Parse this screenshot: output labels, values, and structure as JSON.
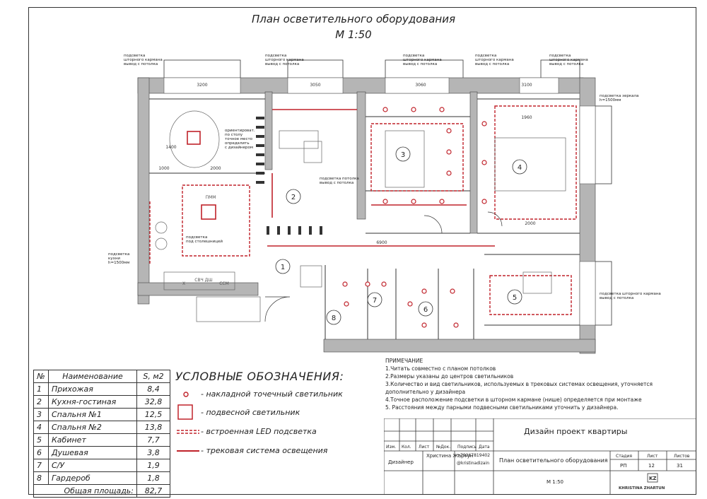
{
  "title": {
    "line1": "План осветительного оборудования",
    "line2": "М 1:50"
  },
  "plan": {
    "rooms": [
      "1",
      "2",
      "3",
      "4",
      "5",
      "6",
      "7",
      "8"
    ],
    "callouts": {
      "curtain1": "подсветка\nшторного кармана\nвывод с потолка",
      "mirror": "подсветка зеркала\nh=1500мм",
      "kitchen_h": "подсветка\nкухни\nh=1500мм",
      "table": "ориентироват.\nпо столу\nточное место\nопределить\nс дизайнером",
      "ceiling2": "подсветка потолка\nвывод с потолка",
      "countertop": "подсветка\nпод столешницей",
      "curtain5": "подсветка шторного кармана\nвывод с потолка"
    },
    "appliances": [
      "ПММ",
      "СВЧ ДШ",
      "ССМ",
      "Х"
    ],
    "dims": [
      "3200",
      "3050",
      "3060",
      "3100",
      "6900",
      "1960",
      "2000",
      "1400",
      "1000",
      "2000"
    ]
  },
  "rooms_table": {
    "headers": [
      "№",
      "Наименование",
      "S, м2"
    ],
    "rows": [
      [
        "1",
        "Прихожая",
        "8,4"
      ],
      [
        "2",
        "Кухня-гостиная",
        "32,8"
      ],
      [
        "3",
        "Спальня №1",
        "12,5"
      ],
      [
        "4",
        "Спальня №2",
        "13,8"
      ],
      [
        "5",
        "Кабинет",
        "7,7"
      ],
      [
        "6",
        "Душевая",
        "3,8"
      ],
      [
        "7",
        "С/У",
        "1,9"
      ],
      [
        "8",
        "Гардероб",
        "1,8"
      ]
    ],
    "total_label": "Общая площадь:",
    "total_value": "82,7"
  },
  "legend": {
    "title": "УСЛОВНЫЕ ОБОЗНАЧЕНИЯ:",
    "items": [
      "- накладной точечный светильник",
      "- подвесной светильник",
      "- встроенная LED подсветка",
      "- трековая система освещения"
    ]
  },
  "notes": {
    "title": "ПРИМЕЧАНИЕ",
    "lines": [
      "1.Читать совместно с планом потолков",
      "2.Размеры указаны до центров светильников",
      "3.Количество и вид светильников, используемых в трековых системах освещения,  уточняется дополнительно у дизайнера",
      "4.Точное расположение подсветки в шторном кармане (нише) определяется при монтаже",
      "5. Расстояния между парными подвесными светильниками уточнить у дизайнера."
    ]
  },
  "stamp": {
    "project": "Дизайн проект квартиры",
    "headers": [
      "Изм.",
      "Кол.",
      "Лист",
      "№Док.",
      "Подпись",
      "Дата"
    ],
    "role": "Дизайнер",
    "name": "Христина Жартун",
    "phone": "+79267819402",
    "insta": "@kristinadizain",
    "sheet_title": "План осветительного оборудования",
    "stage_h": "Стадия",
    "sheet_h": "Лист",
    "sheets_h": "Листов",
    "stage": "РП",
    "sheet": "12",
    "sheets": "31",
    "scale": "М 1:50",
    "logo_text": "KHRISTINA ZHARTUN",
    "logo_mark": "KZ"
  },
  "colors": {
    "accent": "#c0222a",
    "wall": "#aaaaaa",
    "line": "#333333"
  }
}
